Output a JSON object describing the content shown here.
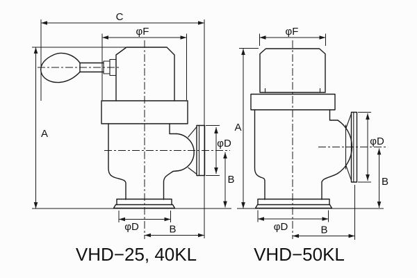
{
  "drawing": {
    "background": "#fcfcfc",
    "line_color": "#1a1a1a",
    "type": "technical-dimension-drawing",
    "valves": {
      "left": {
        "caption": "VHD−25, 40KL",
        "labels": {
          "overall_width": "C",
          "bonnet_flange_diameter": "φF",
          "overall_height": "A",
          "side_port_diameter": "φD",
          "side_port_center_height": "B",
          "bottom_flange_diameter": "φD",
          "side_port_center_offset": "B"
        }
      },
      "right": {
        "caption": "VHD−50KL",
        "labels": {
          "bonnet_flange_diameter": "φF",
          "overall_height": "A",
          "side_port_diameter": "φD",
          "side_port_center_height": "B",
          "bottom_flange_diameter": "φD",
          "side_port_center_offset": "B"
        }
      }
    }
  }
}
